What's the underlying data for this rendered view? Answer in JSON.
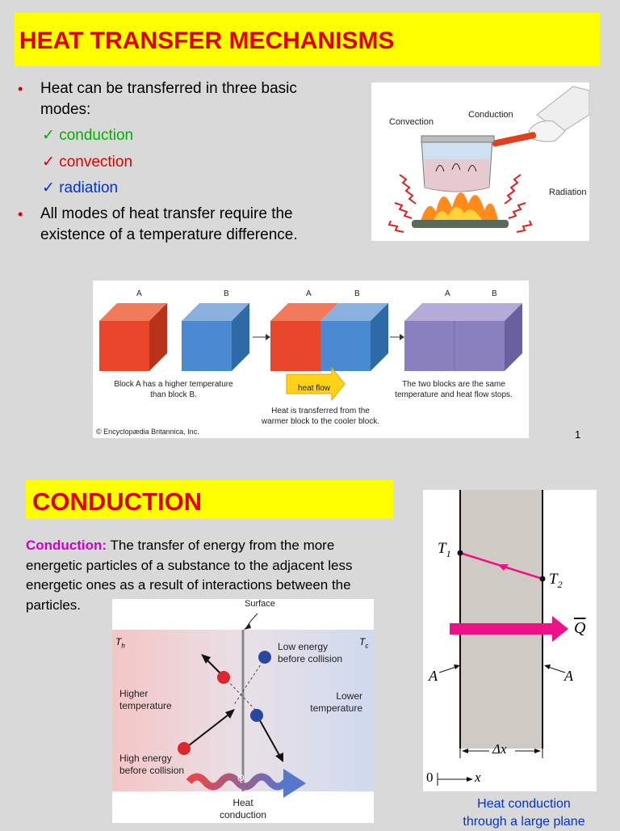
{
  "slide1": {
    "title": "HEAT TRANSFER MECHANISMS",
    "bullet1": "Heat can be transferred in three basic modes:",
    "bullet1_line1": "Heat can be transferred in three basic",
    "bullet1_line2": "modes:",
    "modes": [
      {
        "label": "conduction",
        "color": "#00b000"
      },
      {
        "label": "convection",
        "color": "#e00000"
      },
      {
        "label": "radiation",
        "color": "#0033cc"
      }
    ],
    "bullet2_line1": "All modes of heat transfer require the",
    "bullet2_line2": "existence of a temperature difference.",
    "pot_labels": {
      "convection": "Convection",
      "conduction": "Conduction",
      "radiation": "Radiation"
    },
    "blocks": {
      "label_a": "A",
      "label_b": "B",
      "caption_left_1": "Block A has a higher temperature",
      "caption_left_2": "than block B.",
      "heat_flow": "heat flow",
      "caption_mid_1": "Heat is transferred from the",
      "caption_mid_2": "warmer block to the cooler block.",
      "caption_right_1": "The two blocks are the same",
      "caption_right_2": "temperature and heat flow stops.",
      "copyright": "© Encyclopædia Britannica, Inc."
    },
    "page_number": "1"
  },
  "slide2": {
    "title": "CONDUCTION",
    "def_label": "Conduction:",
    "def_line1": " The transfer of energy from the more",
    "def_line2": "energetic particles of a substance to the adjacent less",
    "def_line3": "energetic ones as a result of interactions between the",
    "def_line4": "particles.",
    "collision": {
      "surface": "Surface",
      "th": "T",
      "th_sub": "h",
      "tc": "T",
      "tc_sub": "c",
      "low_energy_1": "Low energy",
      "low_energy_2": "before collision",
      "higher_1": "Higher",
      "higher_2": "temperature",
      "lower_1": "Lower",
      "lower_2": "temperature",
      "high_energy_1": "High energy",
      "high_energy_2": "before collision",
      "q": "Q",
      "heat_1": "Heat",
      "heat_2": "conduction"
    },
    "wall": {
      "t1": "T",
      "t1_sub": "1",
      "t2": "T",
      "t2_sub": "2",
      "qdot": "Q",
      "a_left": "A",
      "a_right": "A",
      "dx": "Δx",
      "zero": "0",
      "x": "x"
    },
    "caption_1": "Heat conduction",
    "caption_2": "through a large plane"
  }
}
